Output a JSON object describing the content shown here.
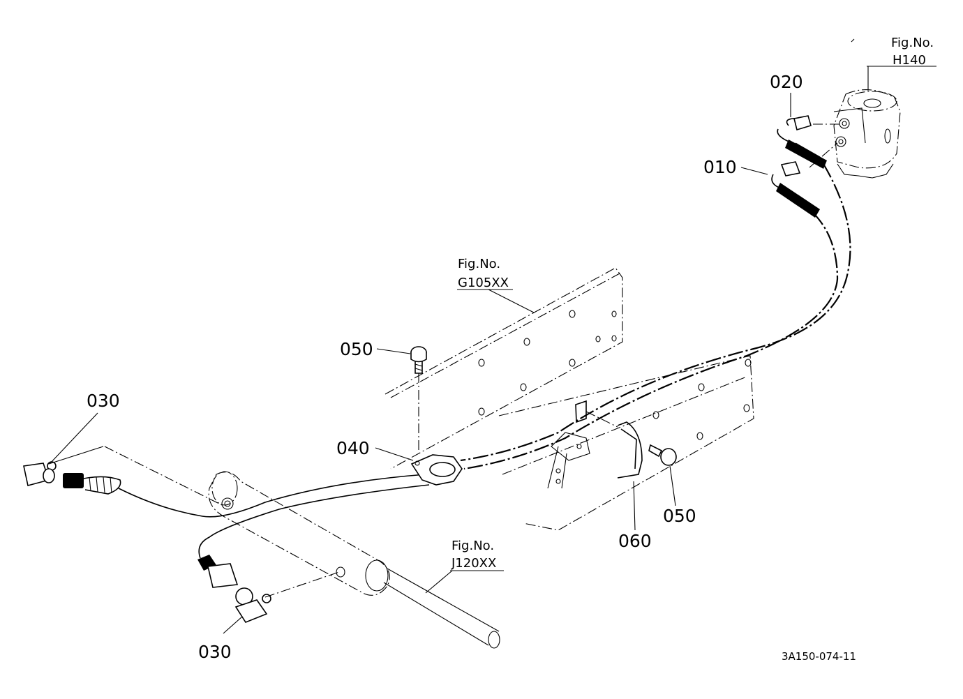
{
  "callouts": {
    "c010": "010",
    "c020": "020",
    "c030_top": "030",
    "c030_bottom": "030",
    "c040": "040",
    "c050_top": "050",
    "c050_right": "050",
    "c060": "060"
  },
  "figure_refs": {
    "h140": {
      "prefix": "Fig.No.",
      "code": "H140"
    },
    "g105": {
      "prefix": "Fig.No.",
      "code": "G105XX"
    },
    "j120": {
      "prefix": "Fig.No.",
      "code": "J120XX"
    }
  },
  "document_code": "3A150-074-11"
}
